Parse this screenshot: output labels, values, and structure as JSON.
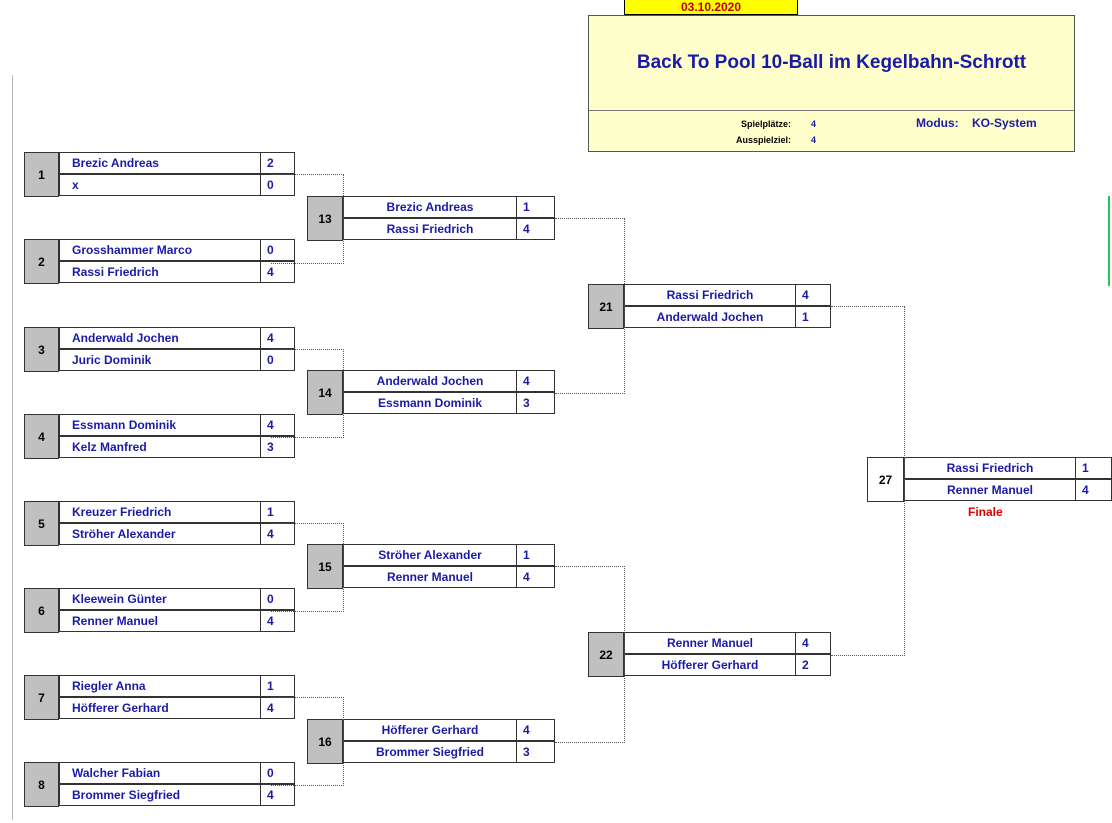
{
  "header": {
    "date": "03.10.2020",
    "title": "Back To Pool 10-Ball im Kegelbahn-Schrott",
    "spielplaetze_label": "Spielplätze:",
    "spielplaetze_value": "4",
    "ausspielziel_label": "Ausspielziel:",
    "ausspielziel_value": "4",
    "modus_label": "Modus:",
    "modus_value": "KO-System"
  },
  "round1": [
    {
      "num": "1",
      "p1": "Brezic Andreas",
      "s1": "2",
      "p2": "x",
      "s2": "0"
    },
    {
      "num": "2",
      "p1": "Grosshammer Marco",
      "s1": "0",
      "p2": "Rassi Friedrich",
      "s2": "4"
    },
    {
      "num": "3",
      "p1": "Anderwald Jochen",
      "s1": "4",
      "p2": "Juric Dominik",
      "s2": "0"
    },
    {
      "num": "4",
      "p1": "Essmann Dominik",
      "s1": "4",
      "p2": "Kelz Manfred",
      "s2": "3"
    },
    {
      "num": "5",
      "p1": "Kreuzer Friedrich",
      "s1": "1",
      "p2": "Ströher Alexander",
      "s2": "4"
    },
    {
      "num": "6",
      "p1": "Kleewein Günter",
      "s1": "0",
      "p2": "Renner Manuel",
      "s2": "4"
    },
    {
      "num": "7",
      "p1": "Riegler Anna",
      "s1": "1",
      "p2": "Höfferer Gerhard",
      "s2": "4"
    },
    {
      "num": "8",
      "p1": "Walcher Fabian",
      "s1": "0",
      "p2": "Brommer Siegfried",
      "s2": "4"
    }
  ],
  "round2": [
    {
      "num": "13",
      "p1": "Brezic Andreas",
      "s1": "1",
      "p2": "Rassi Friedrich",
      "s2": "4"
    },
    {
      "num": "14",
      "p1": "Anderwald Jochen",
      "s1": "4",
      "p2": "Essmann Dominik",
      "s2": "3"
    },
    {
      "num": "15",
      "p1": "Ströher Alexander",
      "s1": "1",
      "p2": "Renner Manuel",
      "s2": "4"
    },
    {
      "num": "16",
      "p1": "Höfferer Gerhard",
      "s1": "4",
      "p2": "Brommer Siegfried",
      "s2": "3"
    }
  ],
  "round3": [
    {
      "num": "21",
      "p1": "Rassi Friedrich",
      "s1": "4",
      "p2": "Anderwald Jochen",
      "s2": "1"
    },
    {
      "num": "22",
      "p1": "Renner Manuel",
      "s1": "4",
      "p2": "Höfferer Gerhard",
      "s2": "2"
    }
  ],
  "final": {
    "num": "27",
    "p1": "Rassi Friedrich",
    "s1": "1",
    "p2": "Renner Manuel",
    "s2": "4",
    "label": "Finale"
  }
}
